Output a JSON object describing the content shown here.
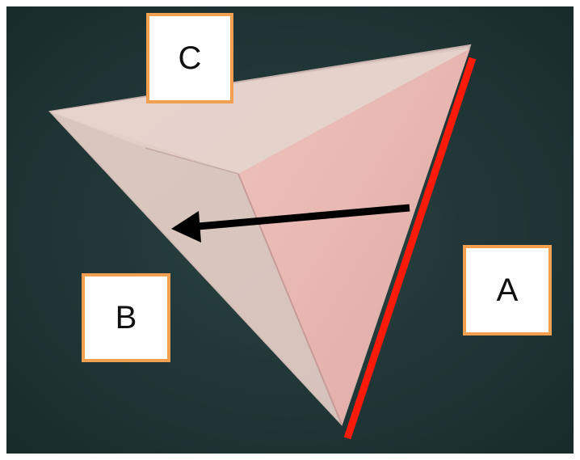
{
  "labels": {
    "a": "A",
    "b": "B",
    "c": "C"
  },
  "icons": {
    "arrow": "arrow-left-icon"
  },
  "colors": {
    "background": "#1f3535",
    "paper": "#e2c9c4",
    "fold_highlight": "#e9b6b0",
    "edge_line": "#ff1a0a",
    "label_border": "#f0a050",
    "arrow": "#000000"
  }
}
